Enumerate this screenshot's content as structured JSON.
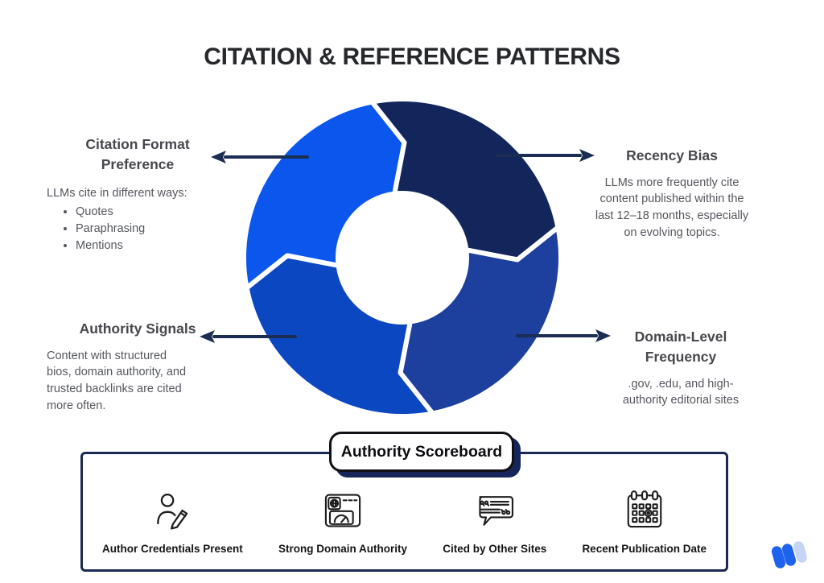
{
  "title": "CITATION & REFERENCE PATTERNS",
  "sections": {
    "citation_format": {
      "heading": "Citation Format\nPreference",
      "intro": "LLMs cite in different ways:",
      "bullets": [
        "Quotes",
        "Paraphrasing",
        "Mentions"
      ]
    },
    "recency_bias": {
      "heading": "Recency Bias",
      "body": "LLMs more frequently cite\ncontent published within the\nlast 12–18 months, especially\non evolving topics."
    },
    "authority_signals": {
      "heading": "Authority Signals",
      "body": "Content with structured\nbios, domain authority, and\ntrusted backlinks are cited\nmore often."
    },
    "domain_frequency": {
      "heading": "Domain-Level\nFrequency",
      "body": ".gov, .edu, and high-\nauthority editorial sites"
    }
  },
  "cycle": {
    "arrow_color": "#1b2d52",
    "segments": [
      {
        "name": "top-left",
        "color": "#0b57ee"
      },
      {
        "name": "top-right",
        "color": "#12265c"
      },
      {
        "name": "bottom-right",
        "color": "#1d3f9e"
      },
      {
        "name": "bottom-left",
        "color": "#0c47c2"
      }
    ]
  },
  "scoreboard": {
    "title": "Authority Scoreboard",
    "border_color": "#1b2a52",
    "items": [
      {
        "icon": "author-credentials-icon",
        "label": "Author Credentials Present"
      },
      {
        "icon": "domain-authority-gauge-icon",
        "label": "Strong Domain Authority"
      },
      {
        "icon": "citation-bubble-icon",
        "label": "Cited by Other Sites"
      },
      {
        "icon": "calendar-target-icon",
        "label": "Recent Publication Date"
      }
    ]
  },
  "logo": {
    "colors": [
      "#1d63ed",
      "#1d63ed",
      "#c6d4f5"
    ]
  }
}
